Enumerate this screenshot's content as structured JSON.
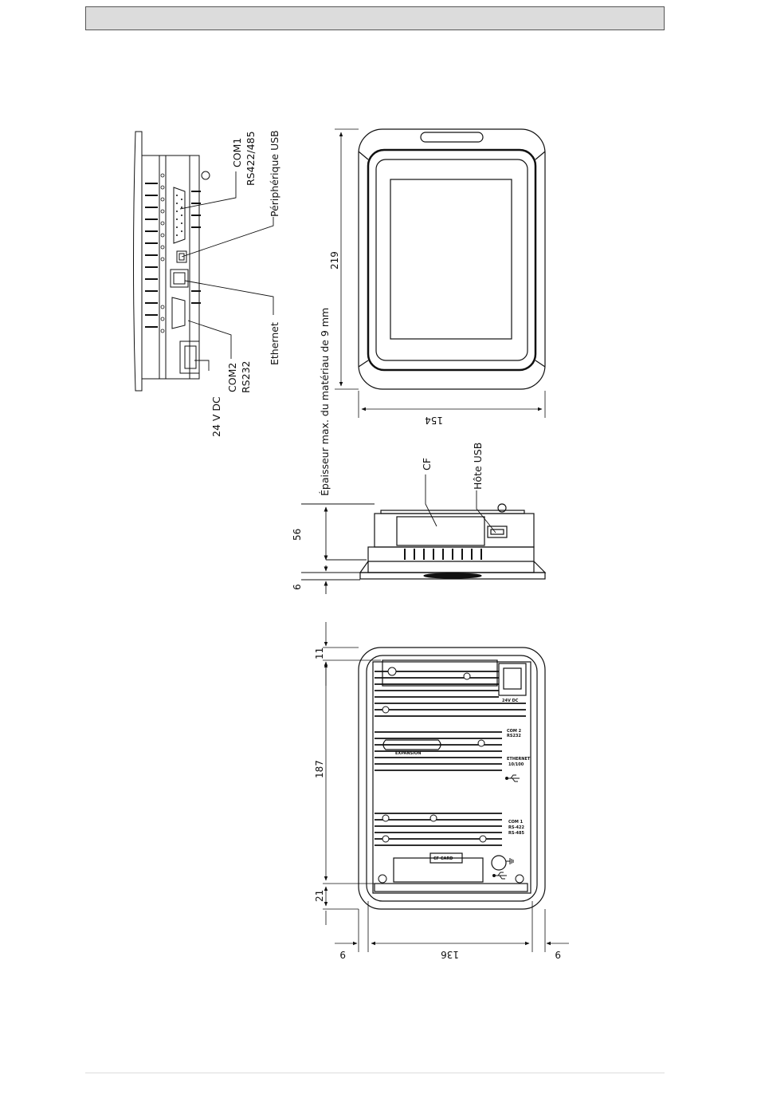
{
  "labels": {
    "com1_line1": "COM1",
    "com1_line2": "RS422/485",
    "usb_peripheral": "Périphérique USB",
    "ethernet": "Ethernet",
    "com2_line1": "COM2",
    "com2_line2": "RS232",
    "power": "24 V DC",
    "max_thickness": "Épaisseur max. du matériau de 9 mm",
    "cf": "CF",
    "usb_host": "Hôte USB"
  },
  "dimensions": {
    "front_height": "219",
    "front_width": "154",
    "side_depth": "56",
    "side_bezel": "6",
    "rear_top": "11",
    "rear_middle": "187",
    "rear_bottom": "21",
    "rear_left": "9",
    "rear_width": "136",
    "rear_right": "9"
  },
  "rear_panel_text": {
    "power": "24V DC",
    "com2_line1": "COM 2",
    "com2_line2": "RS232",
    "expansion": "EXPANSION",
    "ethernet_line1": "ETHERNET",
    "ethernet_line2": "10/100",
    "com1_line1": "COM 1",
    "com1_line2": "RS-422",
    "com1_line3": "RS-485",
    "cf_card": "CF CARD"
  }
}
